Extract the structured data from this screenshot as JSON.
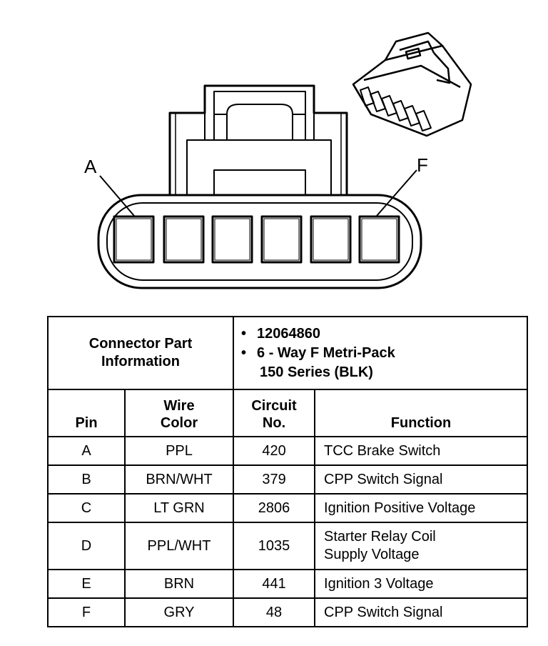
{
  "pin_labels": {
    "left": "A",
    "right": "F"
  },
  "connector_info": {
    "label": "Connector Part Information",
    "part_number": "12064860",
    "description_line1": "6 - Way F Metri-Pack",
    "description_line2": "150 Series (BLK)"
  },
  "columns": {
    "pin": "Pin",
    "wire_color_line1": "Wire",
    "wire_color_line2": "Color",
    "circuit_line1": "Circuit",
    "circuit_line2": "No.",
    "function": "Function"
  },
  "rows": [
    {
      "pin": "A",
      "wire_color": "PPL",
      "circuit": "420",
      "function": "TCC Brake Switch"
    },
    {
      "pin": "B",
      "wire_color": "BRN/WHT",
      "circuit": "379",
      "function": "CPP Switch Signal"
    },
    {
      "pin": "C",
      "wire_color": "LT GRN",
      "circuit": "2806",
      "function": "Ignition Positive Voltage"
    },
    {
      "pin": "D",
      "wire_color": "PPL/WHT",
      "circuit": "1035",
      "function": "Starter Relay Coil",
      "function_line2": "Supply Voltage"
    },
    {
      "pin": "E",
      "wire_color": "BRN",
      "circuit": "441",
      "function": "Ignition 3 Voltage"
    },
    {
      "pin": "F",
      "wire_color": "GRY",
      "circuit": "48",
      "function": "CPP Switch Signal"
    }
  ]
}
